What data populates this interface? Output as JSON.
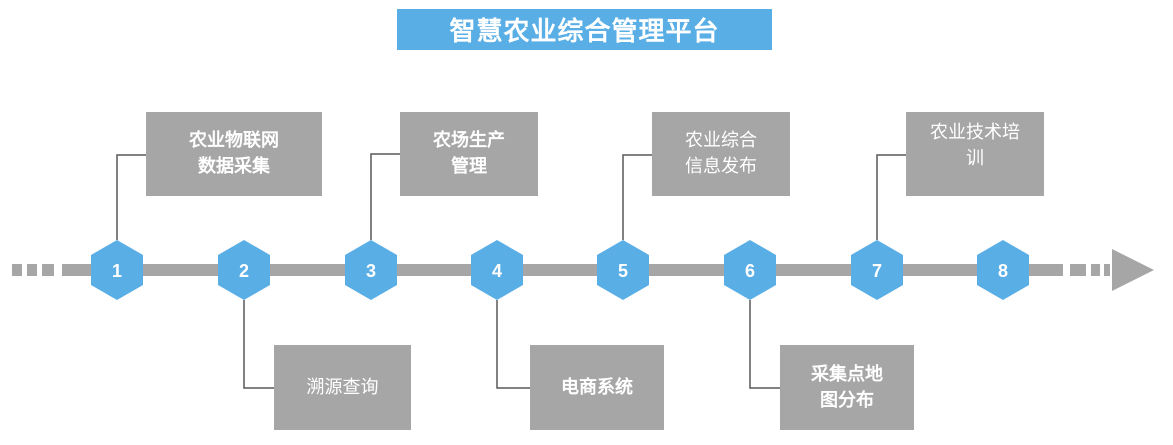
{
  "title": "智慧农业综合管理平台",
  "colors": {
    "title_bg": "#5aaee6",
    "hexagon": "#5aaee6",
    "timeline": "#a6a6a6",
    "box_bg": "#a6a6a6",
    "connector": "#595959",
    "text": "#ffffff"
  },
  "steps": [
    "1",
    "2",
    "3",
    "4",
    "5",
    "6",
    "7",
    "8"
  ],
  "milestones": {
    "m1": "农业物联网\n数据采集",
    "m2": "溯源查询",
    "m3": "农场生产\n管理",
    "m4": "电商系统",
    "m5": "农业综合\n信息发布",
    "m6": "采集点地\n图分布",
    "m7": "农业技术培\n训"
  }
}
